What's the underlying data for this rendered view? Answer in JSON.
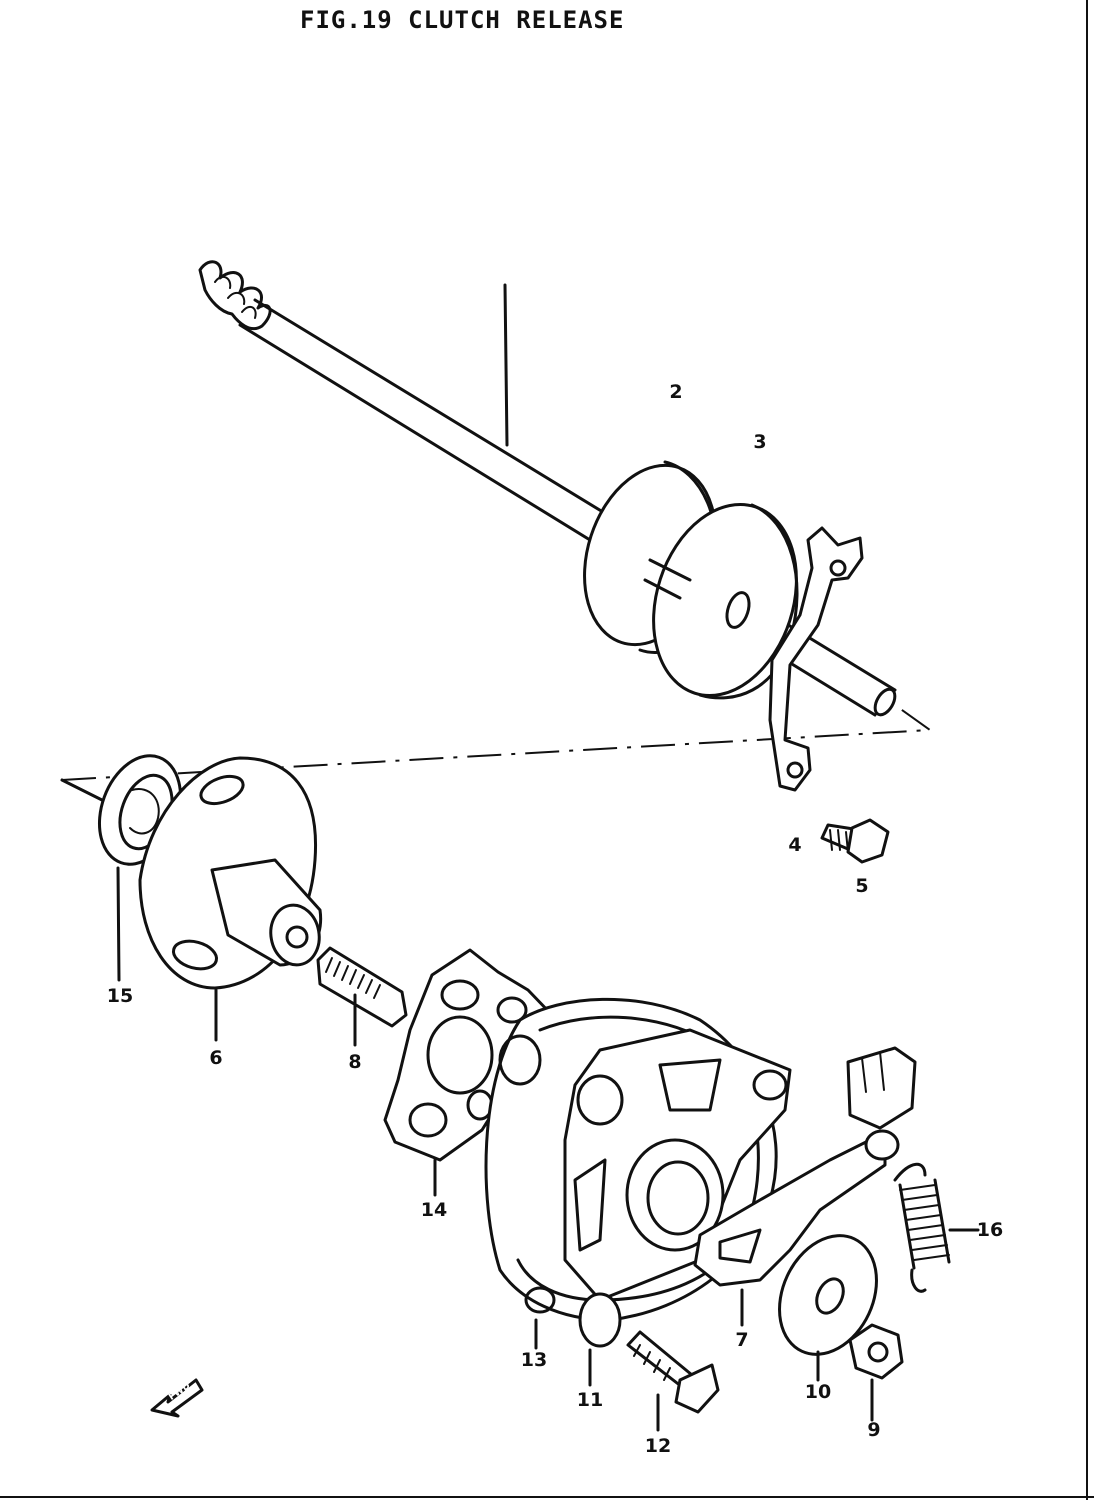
{
  "figure": {
    "title": "FIG.19  CLUTCH RELEASE"
  },
  "callouts": {
    "c2": "2",
    "c3": "3",
    "c4": "4",
    "c5": "5",
    "c6": "6",
    "c7": "7",
    "c8": "8",
    "c9": "9",
    "c10": "10",
    "c11": "11",
    "c12": "12",
    "c13": "13",
    "c14": "14",
    "c15": "15",
    "c16": "16"
  },
  "front_arrow": {
    "label": "FWD"
  },
  "colors": {
    "ink": "#111111",
    "paper": "#ffffff"
  }
}
